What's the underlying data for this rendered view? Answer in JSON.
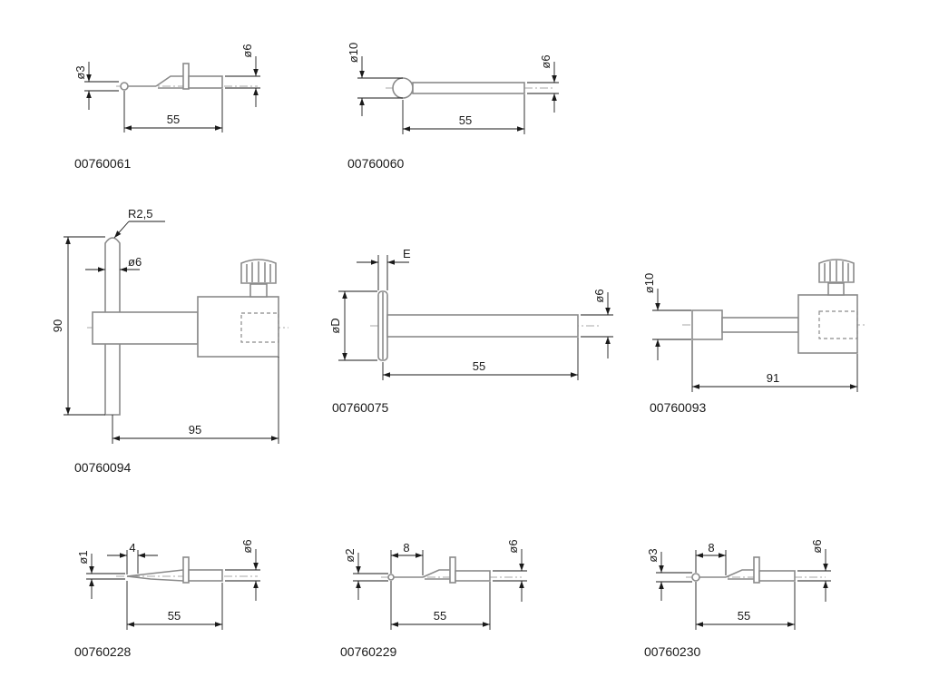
{
  "figures": [
    {
      "code": "00760061",
      "dims": {
        "tip_diameter": "ø3",
        "shank_diameter": "ø6",
        "length": "55"
      }
    },
    {
      "code": "00760060",
      "dims": {
        "tip_diameter": "ø10",
        "shank_diameter": "ø6",
        "length": "55"
      }
    },
    {
      "code": "00760094",
      "dims": {
        "radius": "R2,5",
        "shank_diameter": "ø6",
        "height": "90",
        "length": "95"
      }
    },
    {
      "code": "00760075",
      "dims": {
        "disc_diameter": "øD",
        "disc_thickness": "E",
        "shank_diameter": "ø6",
        "length": "55"
      }
    },
    {
      "code": "00760093",
      "dims": {
        "tip_diameter": "ø10",
        "length": "91"
      }
    },
    {
      "code": "00760228",
      "dims": {
        "tip_diameter": "ø1",
        "tip_length": "4",
        "shank_diameter": "ø6",
        "length": "55"
      }
    },
    {
      "code": "00760229",
      "dims": {
        "tip_diameter": "ø2",
        "tip_length": "8",
        "shank_diameter": "ø6",
        "length": "55"
      }
    },
    {
      "code": "00760230",
      "dims": {
        "tip_diameter": "ø3",
        "tip_length": "8",
        "shank_diameter": "ø6",
        "length": "55"
      }
    }
  ]
}
